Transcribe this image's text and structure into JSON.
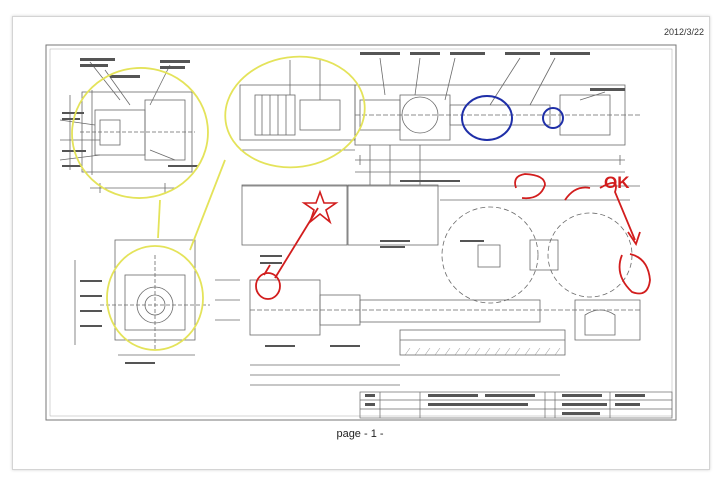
{
  "document": {
    "date": "2012/3/22",
    "page_label": "page - 1 -"
  },
  "annotations": {
    "ok_label": "OK",
    "star_label": "*"
  },
  "colors": {
    "yellow_markup": "#e4e35a",
    "red_markup": "#d21d1d",
    "blue_markup": "#1f2fa8",
    "drawing_line": "#6a6a6a"
  }
}
